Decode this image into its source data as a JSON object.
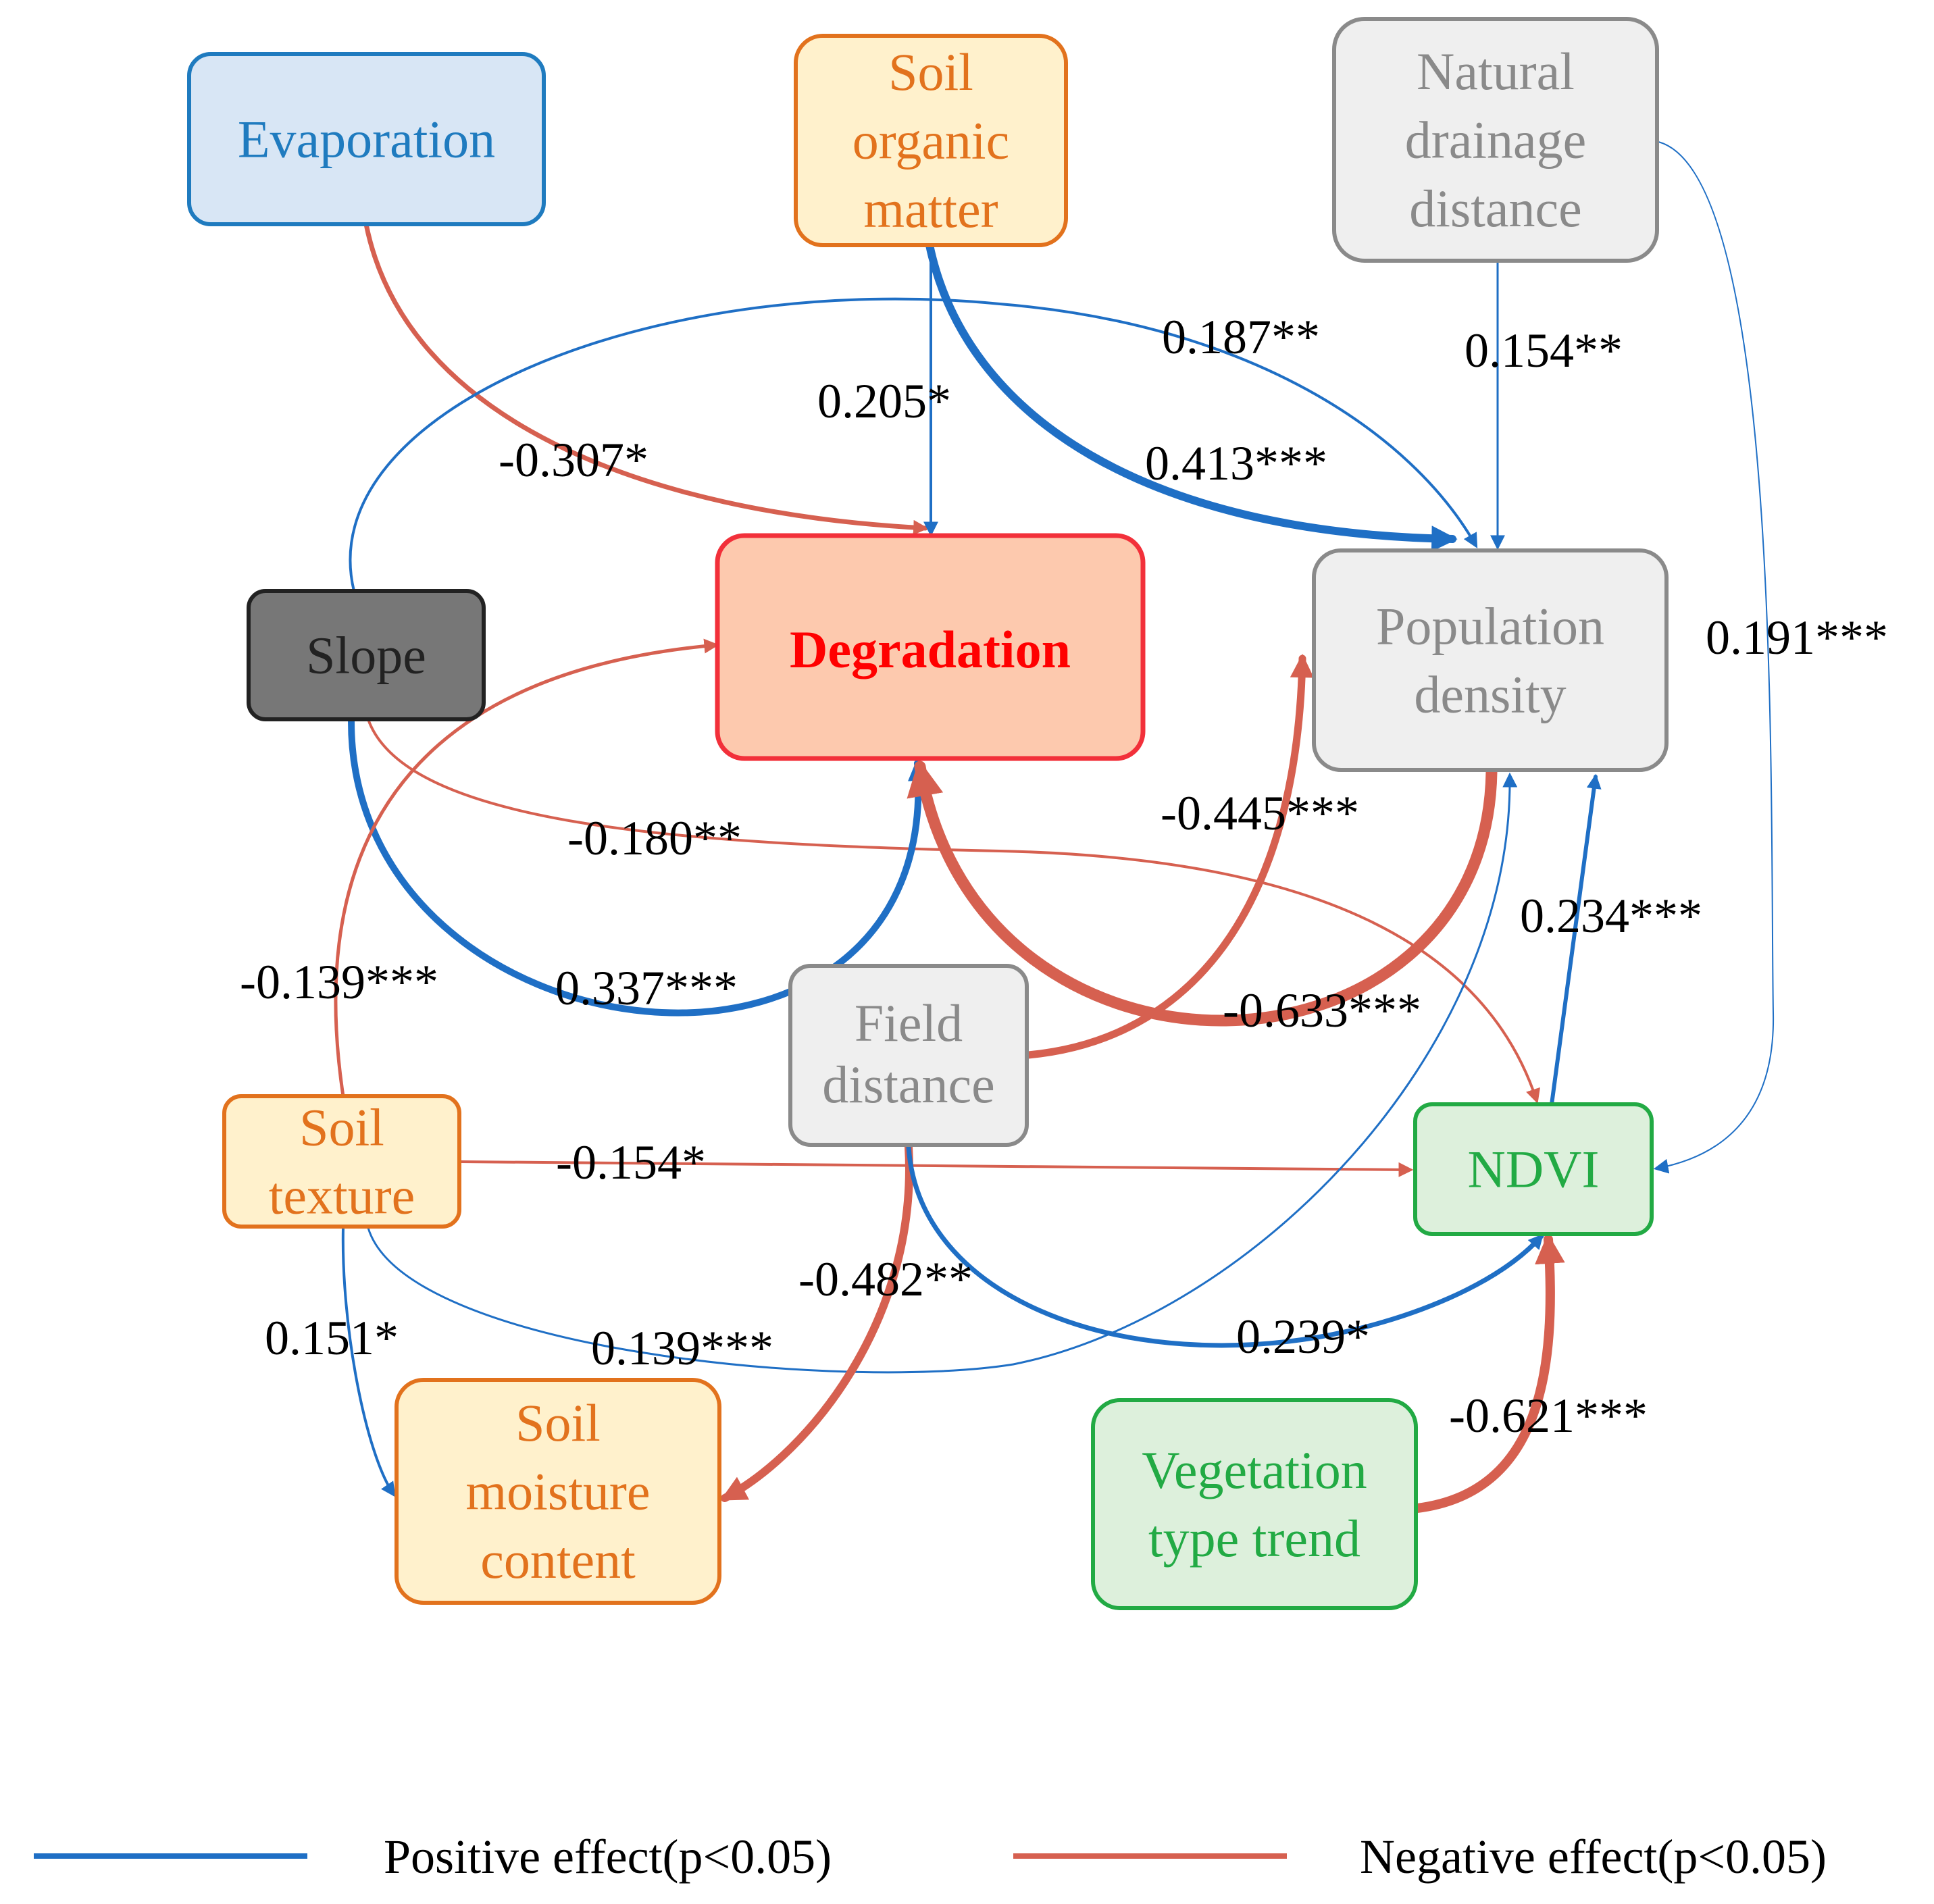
{
  "colors": {
    "positive": "#1f6fc5",
    "negative": "#d66050"
  },
  "nodes": {
    "evaporation": {
      "lines": [
        "Evaporation"
      ],
      "fill": "#d8e6f5",
      "stroke": "#1f7bbf",
      "text": "#1f7bbf"
    },
    "soil_organic_matter": {
      "lines": [
        "Soil",
        "organic",
        "matter"
      ],
      "fill": "#fff1cc",
      "stroke": "#e2721d",
      "text": "#e2721d"
    },
    "natural_drainage_distance": {
      "lines": [
        "Natural",
        "drainage",
        "distance"
      ],
      "fill": "#efefef",
      "stroke": "#8a8a8a",
      "text": "#8a8a8a"
    },
    "slope": {
      "lines": [
        "Slope"
      ],
      "fill": "#777777",
      "stroke": "#222222",
      "text": "#222222"
    },
    "degradation": {
      "lines": [
        "Degradation"
      ],
      "fill": "#fdc9ae",
      "stroke": "#f2303a",
      "text": "#ff0000"
    },
    "population_density": {
      "lines": [
        "Population",
        "density"
      ],
      "fill": "#efefef",
      "stroke": "#8a8a8a",
      "text": "#8a8a8a"
    },
    "field_distance": {
      "lines": [
        "Field",
        "distance"
      ],
      "fill": "#efefef",
      "stroke": "#8a8a8a",
      "text": "#8a8a8a"
    },
    "soil_texture": {
      "lines": [
        "Soil",
        "texture"
      ],
      "fill": "#fff1cc",
      "stroke": "#e2721d",
      "text": "#e2721d"
    },
    "ndvi": {
      "lines": [
        "NDVI"
      ],
      "fill": "#ddf0dc",
      "stroke": "#22aa44",
      "text": "#22aa44"
    },
    "soil_moisture_content": {
      "lines": [
        "Soil",
        "moisture",
        "content"
      ],
      "fill": "#fff1cc",
      "stroke": "#e2721d",
      "text": "#e2721d"
    },
    "vegetation_type_trend": {
      "lines": [
        "Vegetation",
        "type trend"
      ],
      "fill": "#ddf0dc",
      "stroke": "#22aa44",
      "text": "#22aa44"
    }
  },
  "edges": [
    {
      "id": "evap-degr",
      "from": "Evaporation",
      "to": "Degradation",
      "coefficient": -0.307,
      "label": "-0.307*",
      "sign": "negative"
    },
    {
      "id": "som-degr",
      "from": "Soil organic matter",
      "to": "Degradation",
      "coefficient": 0.205,
      "label": "0.205*",
      "sign": "positive"
    },
    {
      "id": "som-pop",
      "from": "Soil organic matter",
      "to": "Population density",
      "coefficient": 0.413,
      "label": "0.413***",
      "sign": "positive"
    },
    {
      "id": "slope-pop",
      "from": "Slope",
      "to": "Population density",
      "coefficient": 0.187,
      "label": "0.187**",
      "sign": "positive"
    },
    {
      "id": "nat-pop",
      "from": "Natural drainage distance",
      "to": "Population density",
      "coefficient": 0.154,
      "label": "0.154**",
      "sign": "positive"
    },
    {
      "id": "nat-ndvi",
      "from": "Natural drainage distance",
      "to": "NDVI",
      "coefficient": 0.191,
      "label": "0.191***",
      "sign": "positive"
    },
    {
      "id": "slope-ndvi",
      "from": "Slope",
      "to": "NDVI",
      "coefficient": -0.18,
      "label": "-0.180**",
      "sign": "negative"
    },
    {
      "id": "slope-degr",
      "from": "Slope",
      "to": "Degradation",
      "coefficient": 0.337,
      "label": "0.337***",
      "sign": "positive"
    },
    {
      "id": "text-degr",
      "from": "Soil texture",
      "to": "Degradation",
      "coefficient": -0.139,
      "label": "-0.139***",
      "sign": "negative"
    },
    {
      "id": "field-pop",
      "from": "Field distance",
      "to": "Population density",
      "coefficient": -0.445,
      "label": "-0.445***",
      "sign": "negative"
    },
    {
      "id": "pop-degr",
      "from": "Population density",
      "to": "Degradation",
      "coefficient": -0.633,
      "label": "-0.633***",
      "sign": "negative"
    },
    {
      "id": "ndvi-pop",
      "from": "NDVI",
      "to": "Population density",
      "coefficient": 0.234,
      "label": "0.234***",
      "sign": "positive"
    },
    {
      "id": "text-ndvi",
      "from": "Soil texture",
      "to": "NDVI",
      "coefficient": -0.154,
      "label": "-0.154*",
      "sign": "negative"
    },
    {
      "id": "text-pop",
      "from": "Soil texture",
      "to": "Population density",
      "coefficient": 0.139,
      "label": "0.139***",
      "sign": "positive"
    },
    {
      "id": "text-moist",
      "from": "Soil texture",
      "to": "Soil moisture content",
      "coefficient": 0.151,
      "label": "0.151*",
      "sign": "positive"
    },
    {
      "id": "field-moist",
      "from": "Field distance",
      "to": "Soil moisture content",
      "coefficient": -0.482,
      "label": "-0.482**",
      "sign": "negative"
    },
    {
      "id": "field-ndvi",
      "from": "Field distance",
      "to": "NDVI",
      "coefficient": 0.239,
      "label": "0.239*",
      "sign": "positive"
    },
    {
      "id": "veg-ndvi",
      "from": "Vegetation type trend",
      "to": "NDVI",
      "coefficient": -0.621,
      "label": "-0.621***",
      "sign": "negative"
    }
  ],
  "legend": {
    "positive_label": "Positive effect(p<0.05)",
    "negative_label": "Negative effect(p<0.05)"
  }
}
